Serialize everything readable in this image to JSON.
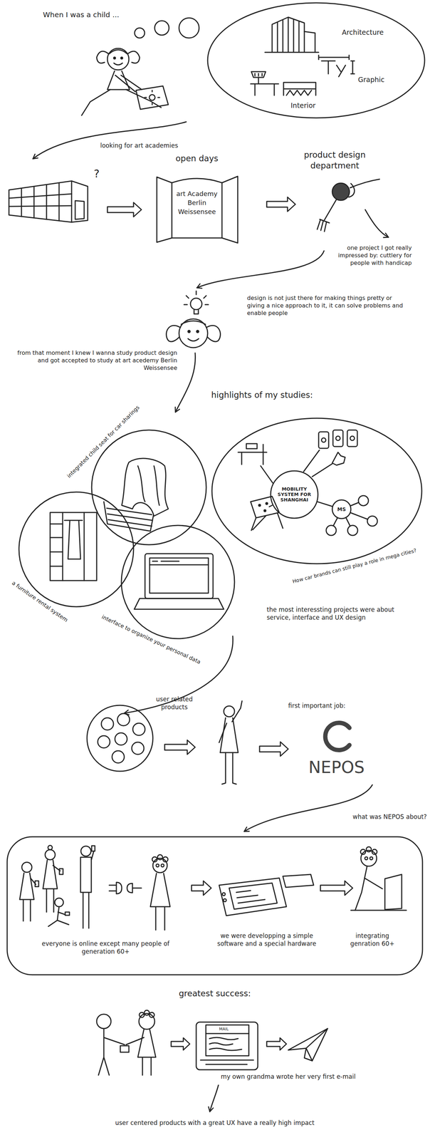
{
  "diagram": {
    "nodes": [
      {
        "text": [
          "Architecture",
          "Graphic",
          "Interior"
        ]
      },
      {
        "text": [
          "open days",
          "art Academy Berlin Weissensee"
        ]
      },
      {
        "text": [
          "integrated child seat for car sharings"
        ]
      },
      {
        "text": [
          "How car brands can still play a role in mega cities?"
        ]
      },
      {
        "text": [
          "MOBILITY SYSTEM FOR SHANGHAI"
        ],
        "in": 3
      },
      {
        "text": [
          "MS"
        ],
        "in": 3
      },
      {
        "text": [
          "a furniture rental system"
        ]
      },
      {
        "text": [
          "interface to organize your personal data"
        ]
      }
    ],
    "edges": [
      {
        "from": 4,
        "to": 5,
        "arrow": "none"
      }
    ],
    "labels": [
      "When I was a child ...",
      "looking for art academies",
      "?",
      "product design department",
      "one project I got really impressed by: cuttlery for people with handicap",
      "design is not just there for making things pretty or giving a nice approach to it, it can solve problems and enable people",
      "from that moment I knew I wanna study product design and got accepted to study at art acedemy Berlin Weissensee",
      "highlights of my studies:",
      "the most interessting projects were about service, interface and UX design",
      "user related products",
      "first important job:",
      "NEPOS",
      "what was NEPOS about?",
      "everyone is online except many people of generation 60+",
      "we were developping a simple software and a special hardware",
      "integrating genration 60+",
      "greatest success:",
      "MAIL",
      "my own grandma wrote her very first e-mail",
      "user centered products with a great UX have a really high impact"
    ]
  }
}
